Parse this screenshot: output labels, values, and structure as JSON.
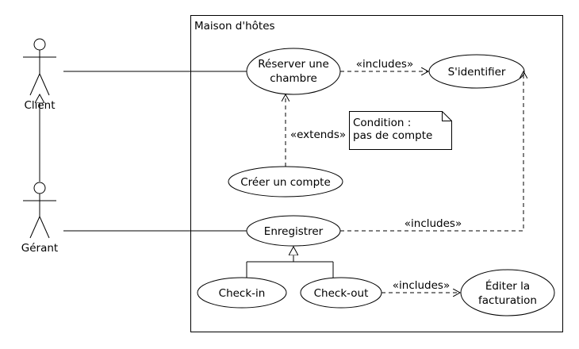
{
  "system": {
    "title": "Maison d'hôtes"
  },
  "actors": {
    "client": "Client",
    "gerant": "Gérant"
  },
  "use_cases": {
    "reserver": [
      "Réserver une",
      "chambre"
    ],
    "identifier": [
      "S'identifier"
    ],
    "creer_compte": [
      "Créer un compte"
    ],
    "enregistrer": [
      "Enregistrer"
    ],
    "check_in": [
      "Check-in"
    ],
    "check_out": [
      "Check-out"
    ],
    "editer": [
      "Éditer la",
      "facturation"
    ]
  },
  "relations": {
    "includes": "«includes»",
    "extends": "«extends»"
  },
  "note": {
    "line1": "Condition :",
    "line2": "pas de compte"
  },
  "colors": {
    "line": "#000000",
    "background": "#ffffff"
  }
}
